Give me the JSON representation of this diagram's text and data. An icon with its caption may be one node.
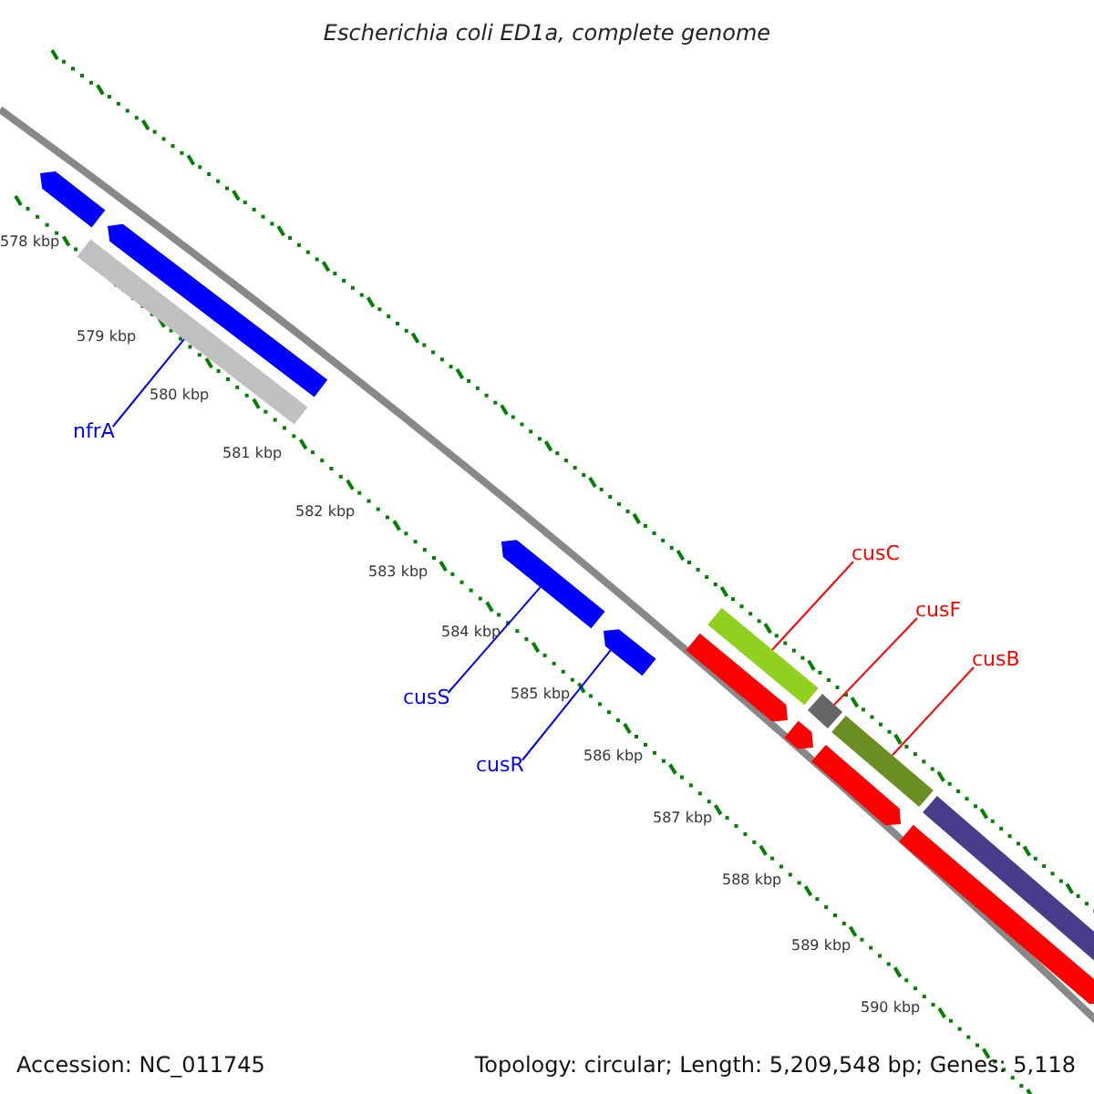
{
  "diagram": {
    "title": "Escherichia coli ED1a, complete genome",
    "nodes": [
      {
        "text": [
          "nfrA"
        ]
      },
      {
        "text": [
          "cusS"
        ]
      },
      {
        "text": [
          "cusR"
        ]
      },
      {
        "text": [
          "cusC"
        ]
      },
      {
        "text": [
          "cusF"
        ]
      },
      {
        "text": [
          "cusB"
        ]
      },
      {
        "text": [],
        "shape": "arrow"
      },
      {
        "text": [],
        "shape": "arrow"
      },
      {
        "text": [],
        "shape": "bar"
      },
      {
        "text": [],
        "shape": "arrow"
      },
      {
        "text": [],
        "shape": "arrow"
      },
      {
        "text": [],
        "shape": "bar"
      },
      {
        "text": [],
        "shape": "arrow"
      },
      {
        "text": [],
        "shape": "bar"
      },
      {
        "text": [],
        "shape": "arrow"
      },
      {
        "text": [],
        "shape": "bar"
      },
      {
        "text": [],
        "shape": "arrow"
      },
      {
        "text": [],
        "shape": "bar"
      },
      {
        "text": [],
        "shape": "arrow"
      }
    ],
    "edges": [
      {
        "from": 0,
        "to": 8,
        "arrow": "none",
        "color": "#0000ff"
      },
      {
        "from": 1,
        "to": 9,
        "arrow": "none",
        "color": "#0000ff"
      },
      {
        "from": 2,
        "to": 10,
        "arrow": "none",
        "color": "#0000ff"
      },
      {
        "from": 3,
        "to": 11,
        "arrow": "none",
        "color": "#ff0000"
      },
      {
        "from": 4,
        "to": 13,
        "arrow": "none",
        "color": "#ff0000"
      },
      {
        "from": 5,
        "to": 15,
        "arrow": "none",
        "color": "#ff0000"
      }
    ],
    "labels": [
      "578 kbp",
      "579 kbp",
      "580 kbp",
      "581 kbp",
      "582 kbp",
      "583 kbp",
      "584 kbp",
      "585 kbp",
      "586 kbp",
      "587 kbp",
      "588 kbp",
      "589 kbp",
      "590 kbp",
      "Accession: NC_011745",
      "Topology: circular; Length: 5,209,548 bp; Genes: 5,118"
    ]
  }
}
